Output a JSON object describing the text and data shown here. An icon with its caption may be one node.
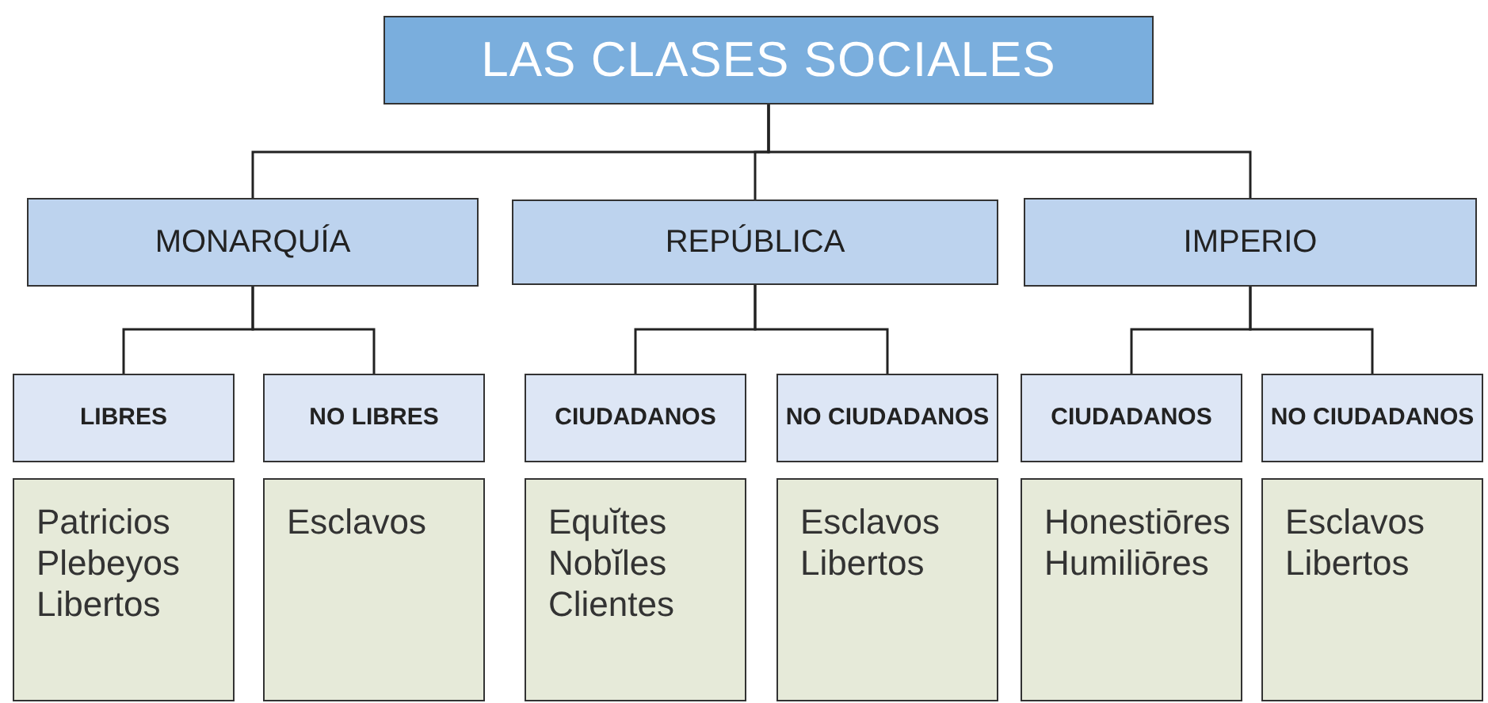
{
  "diagram": {
    "nodes": [
      {
        "text": [
          "LAS CLASES SOCIALES"
        ]
      },
      {
        "text": [
          "MONARQUÍA"
        ]
      },
      {
        "text": [
          "REPÚBLICA"
        ]
      },
      {
        "text": [
          "IMPERIO"
        ]
      },
      {
        "text": [
          "LIBRES"
        ]
      },
      {
        "text": [
          "NO LIBRES"
        ]
      },
      {
        "text": [
          "CIUDADANOS"
        ]
      },
      {
        "text": [
          "NO CIUDADANOS"
        ]
      },
      {
        "text": [
          "CIUDADANOS"
        ]
      },
      {
        "text": [
          "NO CIUDADANOS"
        ]
      },
      {
        "text": [
          "Patricios",
          "Plebeyos",
          "Libertos"
        ]
      },
      {
        "text": [
          "Esclavos"
        ]
      },
      {
        "text": [
          "Equĭtes",
          "Nobĭles",
          "Clientes"
        ]
      },
      {
        "text": [
          "Esclavos",
          "Libertos"
        ]
      },
      {
        "text": [
          "Honestiōres",
          "Humiliōres"
        ]
      },
      {
        "text": [
          "Esclavos",
          "Libertos"
        ]
      }
    ],
    "edges": [
      {
        "from": 0,
        "to": 1,
        "arrow": "none"
      },
      {
        "from": 0,
        "to": 2,
        "arrow": "none"
      },
      {
        "from": 0,
        "to": 3,
        "arrow": "none"
      },
      {
        "from": 1,
        "to": 4,
        "arrow": "none"
      },
      {
        "from": 1,
        "to": 5,
        "arrow": "none"
      },
      {
        "from": 2,
        "to": 6,
        "arrow": "none"
      },
      {
        "from": 2,
        "to": 7,
        "arrow": "none"
      },
      {
        "from": 3,
        "to": 8,
        "arrow": "none"
      },
      {
        "from": 3,
        "to": 9,
        "arrow": "none"
      }
    ]
  }
}
